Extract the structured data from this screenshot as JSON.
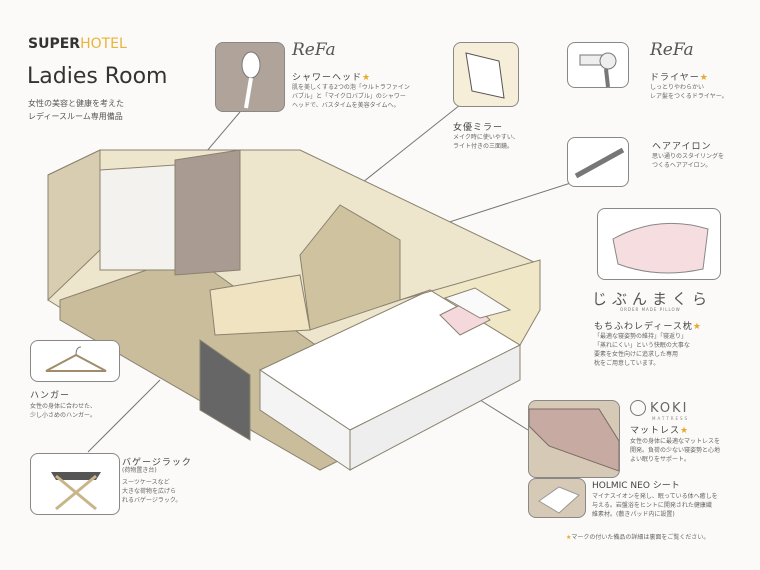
{
  "header": {
    "brand_super": "SUPER",
    "brand_hotel": "HOTEL",
    "title": "Ladies Room",
    "subtitle_lines": [
      "女性の美容と健康を考えた",
      "レディースルーム専用備品"
    ]
  },
  "colors": {
    "brand_gold": "#e8b43a",
    "star": "#e8a92a",
    "floor": "#d8cdb0",
    "wall": "#efe7cf"
  },
  "items": {
    "shower": {
      "brand": "ReFa",
      "name": "シャワーヘッド",
      "star": "★",
      "desc": [
        "肌を美しくする2つの泡「ウルトラファイン",
        "バブル」と「マイクロバブル」のシャワー",
        "ヘッドで、バスタイムを美容タイムへ。"
      ]
    },
    "mirror": {
      "name": "女優ミラー",
      "desc": [
        "メイク時に使いやすい、",
        "ライト付きの三面鏡。"
      ]
    },
    "dryer": {
      "brand": "ReFa",
      "name": "ドライヤー",
      "star": "★",
      "desc": [
        "しっとりやわらかい",
        "レア髪をつくるドライヤー。"
      ]
    },
    "iron": {
      "name": "ヘアアイロン",
      "desc": [
        "思い通りのスタイリングを",
        "つくるヘアアイロン。"
      ]
    },
    "pillow": {
      "logo": "じぶんまくら",
      "logo_sub": "ORDER MADE PILLOW",
      "name": "もちふわレディース枕",
      "star": "★",
      "desc": [
        "「最適な寝姿勢の維持」「寝返り」",
        "「蒸れにくい」という快眠の大事な",
        "要素を女性向けに追求した専用",
        "枕をご用意しています。"
      ]
    },
    "mattress": {
      "logo": "KOKI",
      "logo_sub": "MATTRESS",
      "name": "マットレス",
      "star": "★",
      "desc": [
        "女性の身体に最適なマットレスを",
        "開発。負荷の少ない寝姿勢と心地",
        "よい眠りをサポート。"
      ]
    },
    "sheet": {
      "name": "HOLMIC NEO シート",
      "desc": [
        "マイナスイオンを発し、眠っている体へ癒しを",
        "与える。岩盤浴をヒントに開発された健康繊",
        "維素材。(敷きパッド内に設置)"
      ]
    },
    "hanger": {
      "name": "ハンガー",
      "desc": [
        "女性の身体に合わせた、",
        "少し小さめのハンガー。"
      ]
    },
    "luggage": {
      "name": "バゲージラック",
      "sub": "(荷物置き台)",
      "desc": [
        "スーツケースなど",
        "大きな荷物を広げら",
        "れるバゲージラック。"
      ]
    }
  },
  "footnote": {
    "star": "★",
    "text": "マークの付いた備品の詳細は裏面をご覧ください。"
  }
}
